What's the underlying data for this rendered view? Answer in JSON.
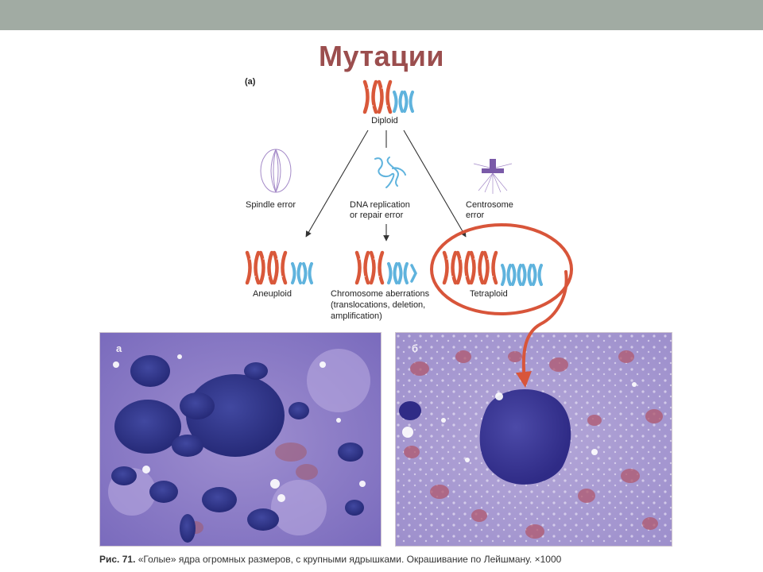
{
  "slide": {
    "title": "Мутации"
  },
  "diagram": {
    "panel_label": "(a)",
    "top_state": "Diploid",
    "causes": [
      {
        "id": "spindle",
        "line1": "Spindle error",
        "line2": ""
      },
      {
        "id": "dna",
        "line1": "DNA replication",
        "line2": "or repair error"
      },
      {
        "id": "centrosome",
        "line1": "Centrosome",
        "line2": "error"
      }
    ],
    "outcomes": [
      {
        "id": "aneuploid",
        "line1": "Aneuploid",
        "line2": "",
        "line3": ""
      },
      {
        "id": "aberrations",
        "line1": "Chromosome aberrations",
        "line2": "(translocations, deletion,",
        "line3": "amplification)"
      },
      {
        "id": "tetraploid",
        "line1": "Tetraploid",
        "line2": "",
        "line3": ""
      }
    ],
    "colors": {
      "chromosome_red": "#d9583a",
      "chromosome_blue": "#5fb3dd",
      "spindle_purple": "#a48ac8",
      "centrosome_purple": "#7a5aa8",
      "annotation_red": "#d8553a"
    }
  },
  "micrographs": {
    "left_label": "а",
    "right_label": "б",
    "caption_number": "Рис. 71.",
    "caption_text": " «Голые» ядра огромных размеров, с крупными ядрышками. Окрашивание по Лейшману. ×1000"
  }
}
